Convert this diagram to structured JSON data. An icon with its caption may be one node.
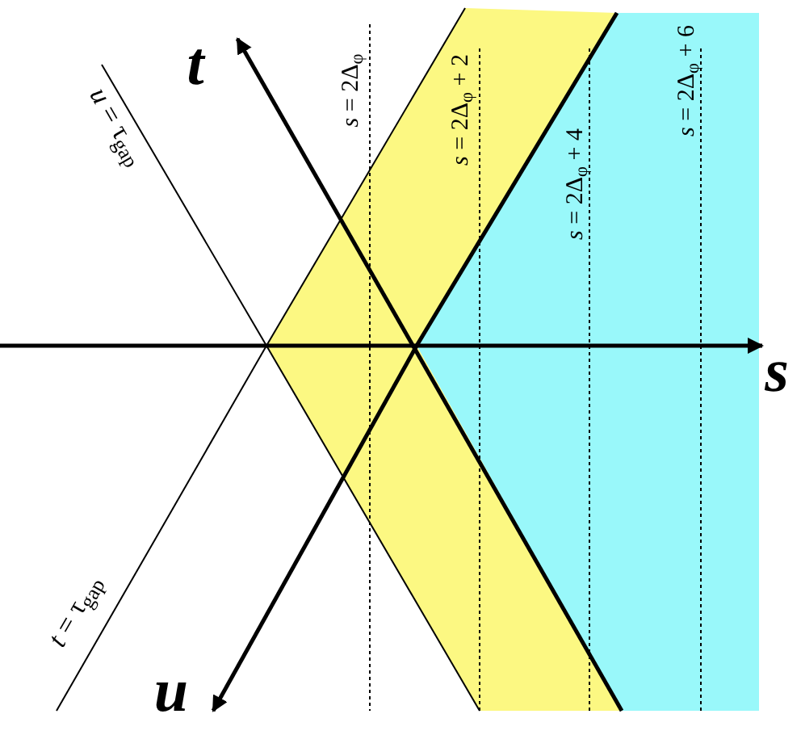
{
  "diagram": {
    "labels": [
      "*t*",
      "*s*",
      "*u*",
      "*u* = τ$_{gap}$",
      "*t* = τ$_{gap}$",
      "*s* = 2Δ$_{φ}$",
      "*s* = 2Δ$_{φ}$ + 2",
      "*s* = 2Δ$_{φ}$ + 4",
      "*s* = 2Δ$_{φ}$ + 6"
    ]
  }
}
